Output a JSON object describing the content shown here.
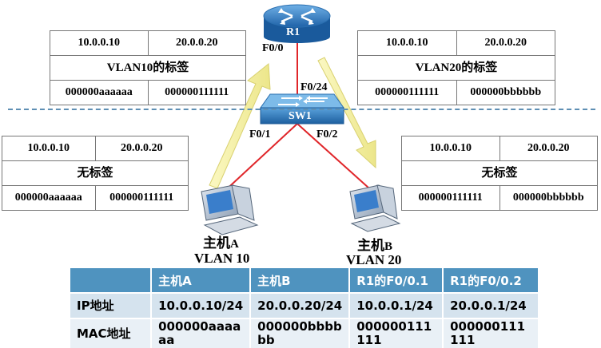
{
  "router": {
    "name": "R1",
    "port": "F0/0"
  },
  "switch": {
    "name": "SW1",
    "uplink_port": "F0/24",
    "port_a": "F0/1",
    "port_b": "F0/2"
  },
  "host_a": {
    "name": "主机",
    "letter": "A",
    "vlan": "VLAN 10"
  },
  "host_b": {
    "name": "主机",
    "letter": "B",
    "vlan": "VLAN 20"
  },
  "frame_top_left": {
    "src_ip": "10.0.0.10",
    "dst_ip": "20.0.0.20",
    "tag": "VLAN10的标签",
    "src_mac": "000000aaaaaa",
    "dst_mac": "000000111111"
  },
  "frame_top_right": {
    "src_ip": "10.0.0.10",
    "dst_ip": "20.0.0.20",
    "tag": "VLAN20的标签",
    "src_mac": "000000111111",
    "dst_mac": "000000bbbbbb"
  },
  "frame_left": {
    "src_ip": "10.0.0.10",
    "dst_ip": "20.0.0.20",
    "tag": "无标签",
    "src_mac": "000000aaaaaa",
    "dst_mac": "000000111111"
  },
  "frame_right": {
    "src_ip": "10.0.0.10",
    "dst_ip": "20.0.0.20",
    "tag": "无标签",
    "src_mac": "000000111111",
    "dst_mac": "000000bbbbbb"
  },
  "table": {
    "headers": [
      "",
      "主机A",
      "主机B",
      "R1的F0/0.1",
      "R1的F0/0.2"
    ],
    "rows": [
      {
        "label": "IP地址",
        "values": [
          "10.0.0.10/24",
          "20.0.0.20/24",
          "10.0.0.1/24",
          "20.0.0.1/24"
        ]
      },
      {
        "label": "MAC地址",
        "values": [
          "000000aaaaaa",
          "000000bbbbbb",
          "000000111111",
          "000000111111"
        ]
      }
    ]
  },
  "colors": {
    "link": "#e0262a",
    "arrow_fill": "#f6f3a4",
    "router": "#3d86c9",
    "switch": "#2f7fbf",
    "table_header": "#4f93bf"
  },
  "icons": [
    "router-icon",
    "switch-icon",
    "computer-icon"
  ]
}
